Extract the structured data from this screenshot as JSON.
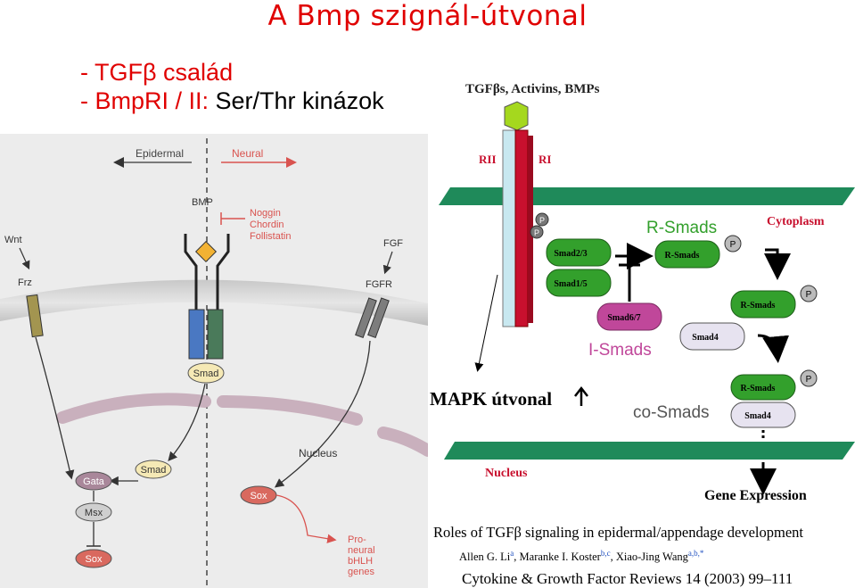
{
  "title": "A Bmp szignál-útvonal",
  "bullets": [
    {
      "dash": "- ",
      "red": "TGFβ család",
      "rest": ""
    },
    {
      "dash": "- ",
      "red": "BmpRI / II: ",
      "rest": "Ser/Thr kinázok"
    }
  ],
  "left_diagram": {
    "epidermal": "Epidermal",
    "neural": "Neural",
    "bmp": "BMP",
    "antagonists": [
      "Noggin",
      "Chordin",
      "Follistatin"
    ],
    "wnt": "Wnt",
    "frz": "Frz",
    "fgf": "FGF",
    "fgfr": "FGFR",
    "smad_membrane": "Smad",
    "nucleus": "Nucleus",
    "smad_nuclear": "Smad",
    "gata": "Gata",
    "msx": "Msx",
    "sox_left": "Sox",
    "sox_right": "Sox",
    "targets": [
      "Pro-",
      "neural",
      "bHLH",
      "genes"
    ]
  },
  "right_diagram": {
    "ligands": "TGFβs, Activins, BMPs",
    "rii": "RII",
    "ri": "RI",
    "cytoplasm": "Cytoplasm",
    "r_smads_label": "R-Smads",
    "smad23": "Smad2/3",
    "smad15": "Smad1/5",
    "r_smads": "R-Smads",
    "smad67": "Smad6/7",
    "smad4": "Smad4",
    "i_smads_label": "I-Smads",
    "co_smads_label": "co-Smads",
    "nucleus": "Nucleus",
    "gene_expression": "Gene Expression",
    "phospho": "P",
    "mapk": "MAPK útvonal"
  },
  "citation": {
    "title": "Roles of TGFβ signaling in epidermal/appendage development",
    "author1": "Allen G. Li",
    "sup1": "a",
    "author2": ", Maranke I. Koster",
    "sup2": "b,c",
    "author3": ", Xiao-Jing Wang",
    "sup3": "a,b,*",
    "journal": "Cytokine & Growth Factor Reviews 14 (2003) 99–111"
  },
  "colors": {
    "title_red": "#e00000",
    "rsmad_green": "#33a02c",
    "receptor_red": "#c8102e",
    "ismad_pink": "#c0479a",
    "membrane_green": "#1f8a5a"
  }
}
